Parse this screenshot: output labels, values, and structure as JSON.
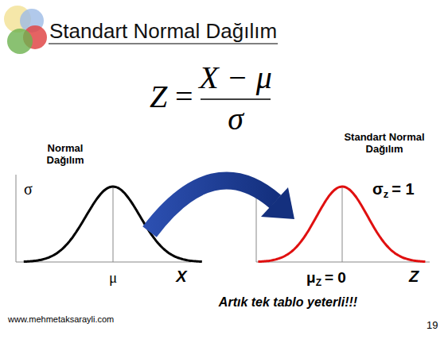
{
  "diagram": {
    "title": "Standart Normal Dağılım",
    "labels": [
      "Z",
      "=",
      "X − μ",
      "σ",
      "Normal Dağılım",
      "σ",
      "μ",
      "X",
      "Standart Normal Dağılım",
      "σ",
      "z",
      "= 1",
      "μ",
      "Z",
      "= 0",
      "Z",
      "Artık tek tablo yeterli!!!",
      "www.mehmetaksarayli.com",
      "19"
    ]
  }
}
